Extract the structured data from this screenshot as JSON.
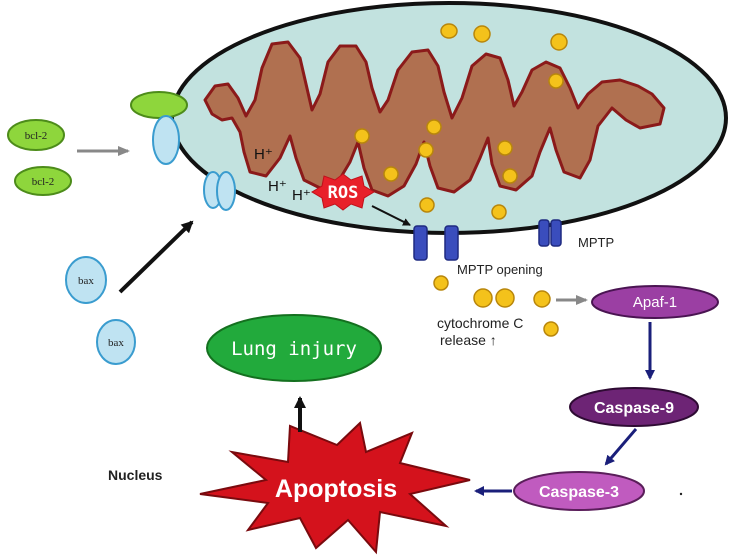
{
  "labels": {
    "bcl2_top": "bcl-2",
    "bcl2_bottom": "bcl-2",
    "bax_top": "bax",
    "bax_bottom": "bax",
    "h_plus_1": "H⁺",
    "h_plus_2": "H⁺",
    "h_plus_3": "H⁺",
    "ros": "ROS",
    "mptp": "MPTP",
    "mptp_opening": "MPTP opening",
    "cytochrome_line1": "cytochrome C",
    "cytochrome_line2": "release ↑",
    "apaf1": "Apaf-1",
    "caspase9": "Caspase-9",
    "caspase3": "Caspase-3",
    "apoptosis": "Apoptosis",
    "nucleus": "Nucleus",
    "lung_injury": "Lung injury"
  },
  "colors": {
    "mito_fill": "#c2e2df",
    "mito_stroke": "#111111",
    "cristae_fill": "#b07050",
    "cristae_stroke": "#8b1a1a",
    "dot_fill": "#f4c21b",
    "dot_stroke": "#b8860b",
    "channel_blue": "#3a4dbd",
    "bcl2_green": "#8ed63c",
    "bax_blue": "#bfe3f2",
    "ros_red": "#e8202a",
    "apaf_purple": "#9b3fa3",
    "casp9_purple": "#6d2475",
    "casp3_purple": "#c05bbf",
    "apoptosis_red": "#d4121c",
    "lung_green": "#22aa3c",
    "arrow_navy": "#1a1f7a"
  }
}
